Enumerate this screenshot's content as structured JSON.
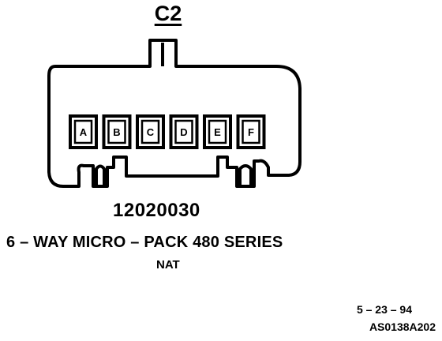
{
  "diagram": {
    "connector_id": "C2",
    "part_number": "12020030",
    "description": "6 – WAY MICRO – PACK 480 SERIES",
    "color": "NAT",
    "terminals": [
      {
        "label": "A"
      },
      {
        "label": "B"
      },
      {
        "label": "C"
      },
      {
        "label": "D"
      },
      {
        "label": "E"
      },
      {
        "label": "F"
      }
    ]
  },
  "footer": {
    "date": "5 – 23 – 94",
    "code": "AS0138A202"
  }
}
